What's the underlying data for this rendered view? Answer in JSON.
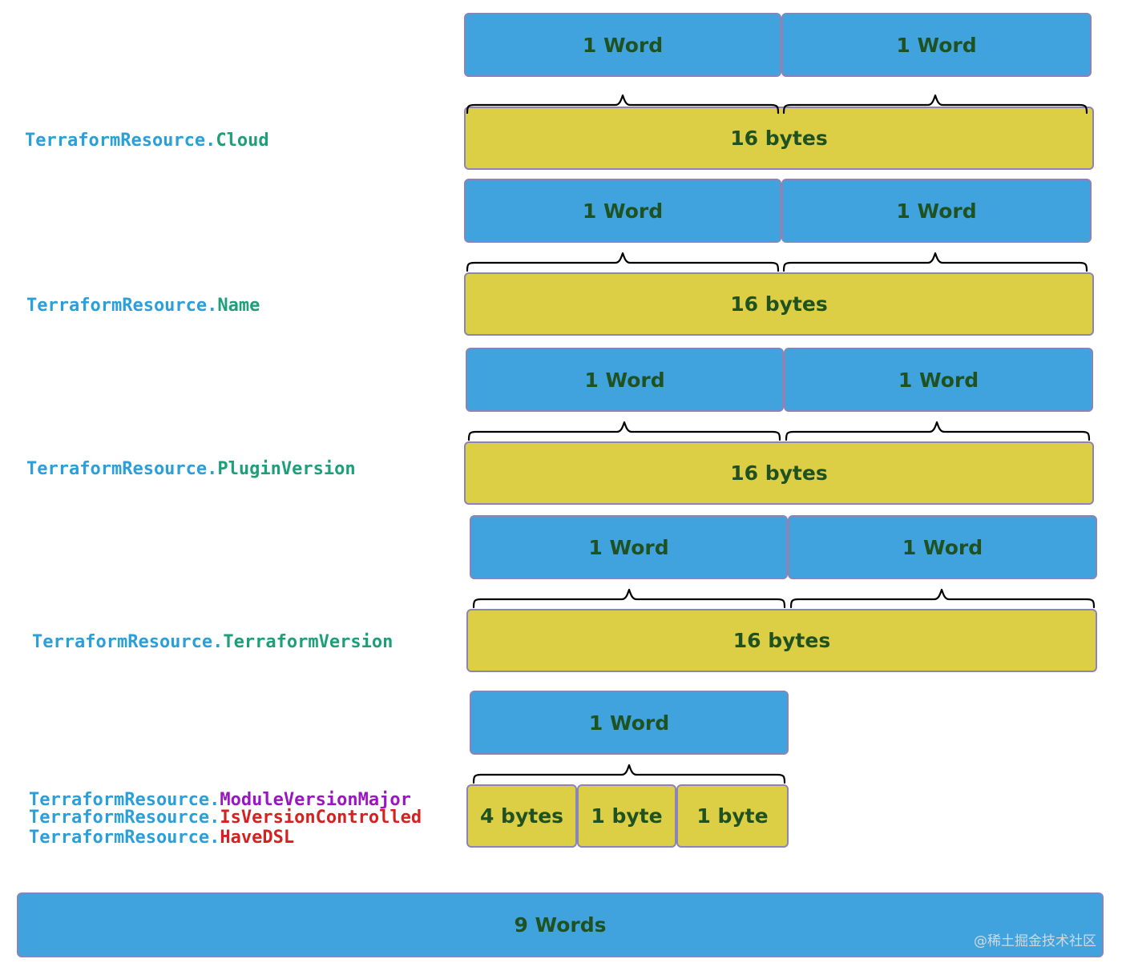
{
  "fields": {
    "prefix": "TerraformResource.",
    "cloud": "Cloud",
    "name": "Name",
    "plugin_version": "PluginVersion",
    "terraform_version": "TerraformVersion",
    "module_version_major": "ModuleVersionMajor",
    "is_version_controlled": "IsVersionControlled",
    "have_dsl": "HaveDSL"
  },
  "labels": {
    "one_word": "1 Word",
    "sixteen_bytes": "16 bytes",
    "four_bytes": "4 bytes",
    "one_byte": "1 byte",
    "nine_words": "9 Words"
  },
  "colors": {
    "word_box": "#41a3dd",
    "bytes_box": "#dccf46",
    "box_text": "#1f5220",
    "field_prefix": "#2b9fd9",
    "field_string": "#1d9f77",
    "field_int": "#9a16c2",
    "field_bool": "#d42121"
  },
  "watermark": "@稀土掘金技术社区"
}
